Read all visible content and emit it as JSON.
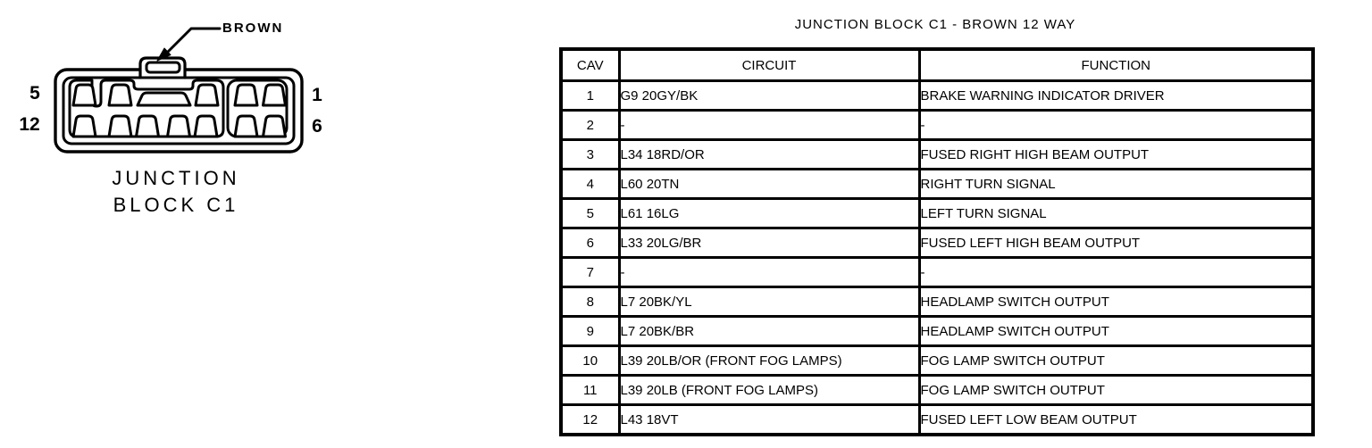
{
  "diagram": {
    "color_label": "BROWN",
    "caption_line1": "JUNCTION",
    "caption_line2": "BLOCK C1",
    "pin_labels": {
      "top_left": "5",
      "bottom_left": "12",
      "top_right": "1",
      "bottom_right": "6"
    }
  },
  "table": {
    "title": "JUNCTION BLOCK C1 - BROWN 12 WAY",
    "columns": [
      "CAV",
      "CIRCUIT",
      "FUNCTION"
    ],
    "rows": [
      [
        "1",
        "G9 20GY/BK",
        "BRAKE WARNING INDICATOR DRIVER"
      ],
      [
        "2",
        "-",
        "-"
      ],
      [
        "3",
        "L34 18RD/OR",
        "FUSED RIGHT HIGH BEAM OUTPUT"
      ],
      [
        "4",
        "L60 20TN",
        "RIGHT TURN SIGNAL"
      ],
      [
        "5",
        "L61 16LG",
        "LEFT TURN SIGNAL"
      ],
      [
        "6",
        "L33 20LG/BR",
        "FUSED LEFT HIGH BEAM OUTPUT"
      ],
      [
        "7",
        "-",
        "-"
      ],
      [
        "8",
        "L7 20BK/YL",
        "HEADLAMP SWITCH OUTPUT"
      ],
      [
        "9",
        "L7 20BK/BR",
        "HEADLAMP SWITCH OUTPUT"
      ],
      [
        "10",
        "L39 20LB/OR (FRONT FOG LAMPS)",
        "FOG LAMP SWITCH OUTPUT"
      ],
      [
        "11",
        "L39 20LB (FRONT FOG LAMPS)",
        "FOG LAMP SWITCH OUTPUT"
      ],
      [
        "12",
        "L43 18VT",
        "FUSED LEFT LOW BEAM OUTPUT"
      ]
    ]
  },
  "colors": {
    "ink": "#000000",
    "background": "#ffffff"
  }
}
